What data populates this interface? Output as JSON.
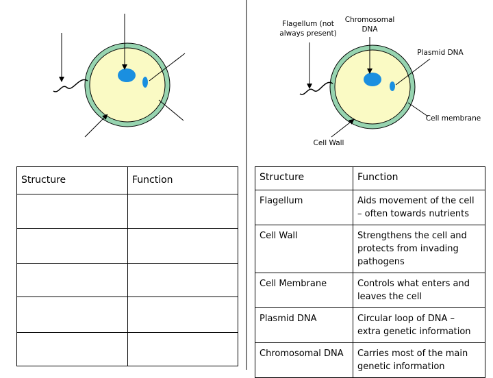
{
  "labels": {
    "flagellum": "Flagellum (not always present)",
    "chromosomal_dna": "Chromosomal DNA",
    "plasmid_dna": "Plasmid DNA",
    "cell_membrane": "Cell membrane",
    "cell_wall": "Cell Wall"
  },
  "blank_table": {
    "headers": [
      "Structure",
      "Function"
    ],
    "empty_rows": 5
  },
  "info_table": {
    "headers": [
      "Structure",
      "Function"
    ],
    "rows": [
      {
        "structure": "Flagellum",
        "function": "Aids movement of the cell – often towards nutrients"
      },
      {
        "structure": "Cell Wall",
        "function": "Strengthens the cell and protects from invading pathogens"
      },
      {
        "structure": "Cell Membrane",
        "function": "Controls what enters and leaves the cell"
      },
      {
        "structure": "Plasmid DNA",
        "function": "Circular loop of DNA – extra genetic information"
      },
      {
        "structure": "Chromosomal DNA",
        "function": "Carries most of the main genetic information"
      }
    ]
  },
  "colors": {
    "cell_wall": "#97d4b0",
    "cytoplasm": "#fafac4",
    "chromosome": "#1a8fe0",
    "plasmid": "#1a8fe0",
    "outline": "#000000"
  }
}
